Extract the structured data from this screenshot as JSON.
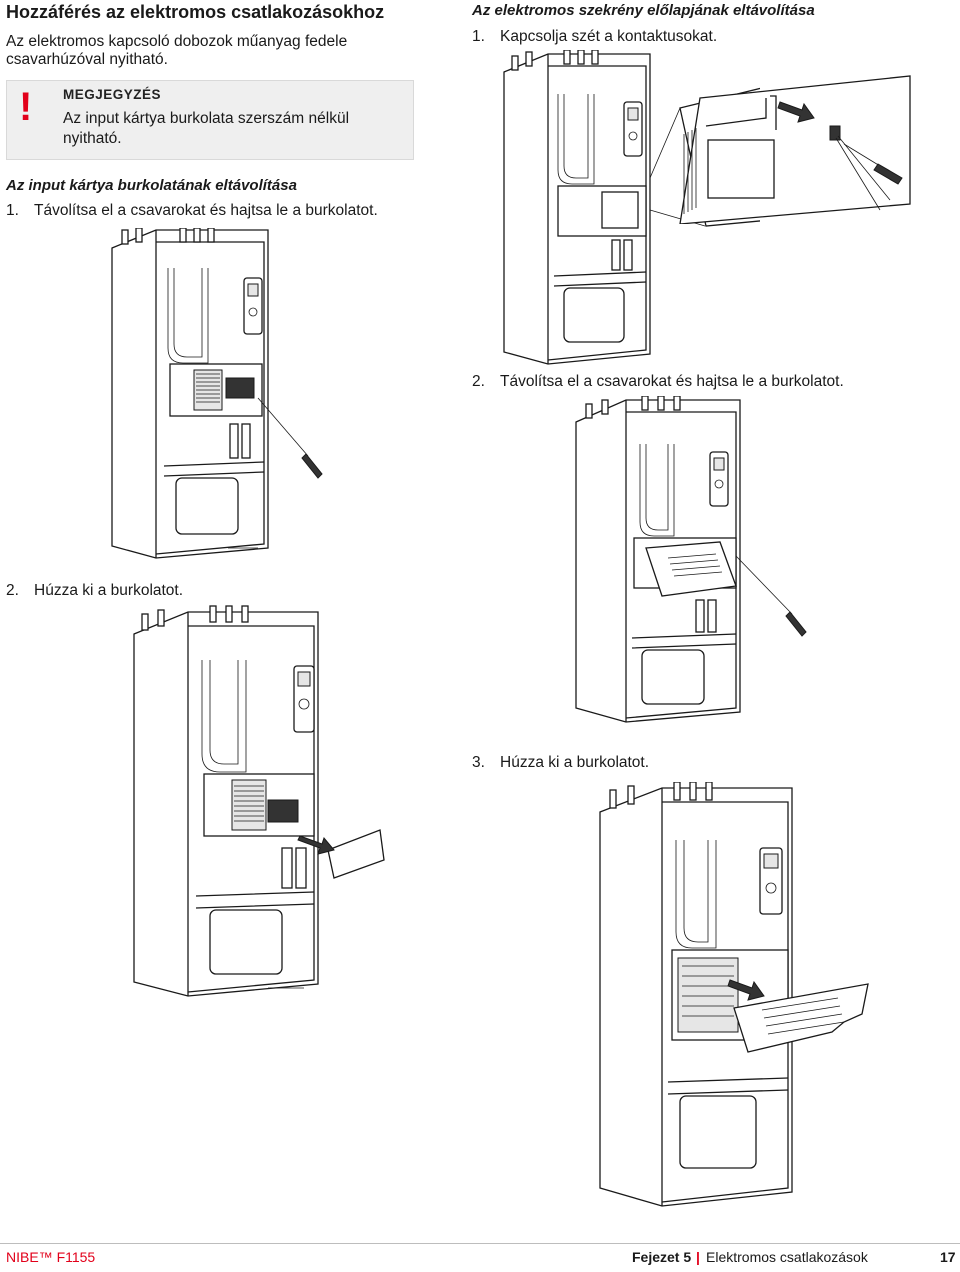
{
  "left": {
    "heading": "Hozzáférés az elektromos csatlakozásokhoz",
    "intro_line1": "Az elektromos kapcsoló dobozok műanyag fedele",
    "intro_line2": "csavarhúzóval nyitható.",
    "note": {
      "mark": "!",
      "title": "MEGJEGYZÉS",
      "text": "Az input kártya burkolata szerszám nélkül nyitható."
    },
    "section_title": "Az input kártya burkolatának eltávolítása",
    "steps": [
      {
        "num": "1.",
        "text": "Távolítsa el a csavarokat és hajtsa le a burkolatot."
      },
      {
        "num": "2.",
        "text": "Húzza ki a burkolatot."
      }
    ]
  },
  "right": {
    "section_title": "Az elektromos szekrény előlapjának eltávolítása",
    "steps": [
      {
        "num": "1.",
        "text": "Kapcsolja szét a kontaktusokat."
      },
      {
        "num": "2.",
        "text": "Távolítsa el a csavarokat és hajtsa le a burkolatot."
      },
      {
        "num": "3.",
        "text": "Húzza ki a burkolatot."
      }
    ]
  },
  "footer": {
    "brand": "NIBE™ F1155",
    "chapter": "Fejezet 5",
    "separator": "|",
    "chapter_title": "Elektromos csatlakozások",
    "page": "17"
  },
  "colors": {
    "note_mark": "#e2001a",
    "brand": "#e2001a",
    "arrow": "#1a1a1a"
  }
}
